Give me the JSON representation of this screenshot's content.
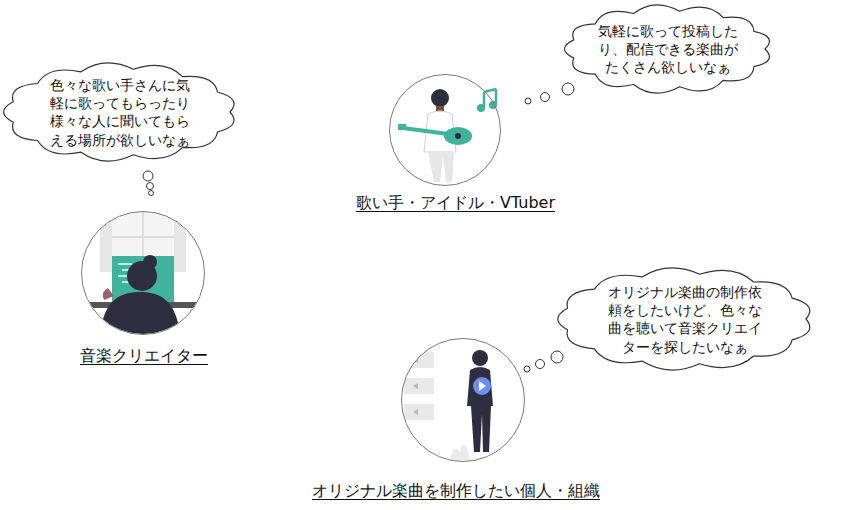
{
  "diagram": {
    "nodes": [
      {
        "text": [
          "色々な歌い手さんに気軽に歌ってもらったり様々な人に聞いてもらえる場所が欲しいなぁ"
        ]
      },
      {
        "text": [
          "歌い手・アイドル・VTuber"
        ]
      },
      {
        "text": [
          "気軽に歌って投稿したり、配信できる楽曲がたくさん欲しいなぁ"
        ]
      },
      {
        "text": [
          "音楽クリエイター"
        ]
      },
      {
        "text": [
          "オリジナル楽曲の制作依頼をしたいけど、色々な曲を聴いて音楽クリエイターを探したいなぁ"
        ]
      },
      {
        "text": [
          "オリジナル楽曲を制作したい個人・組織"
        ]
      }
    ]
  }
}
